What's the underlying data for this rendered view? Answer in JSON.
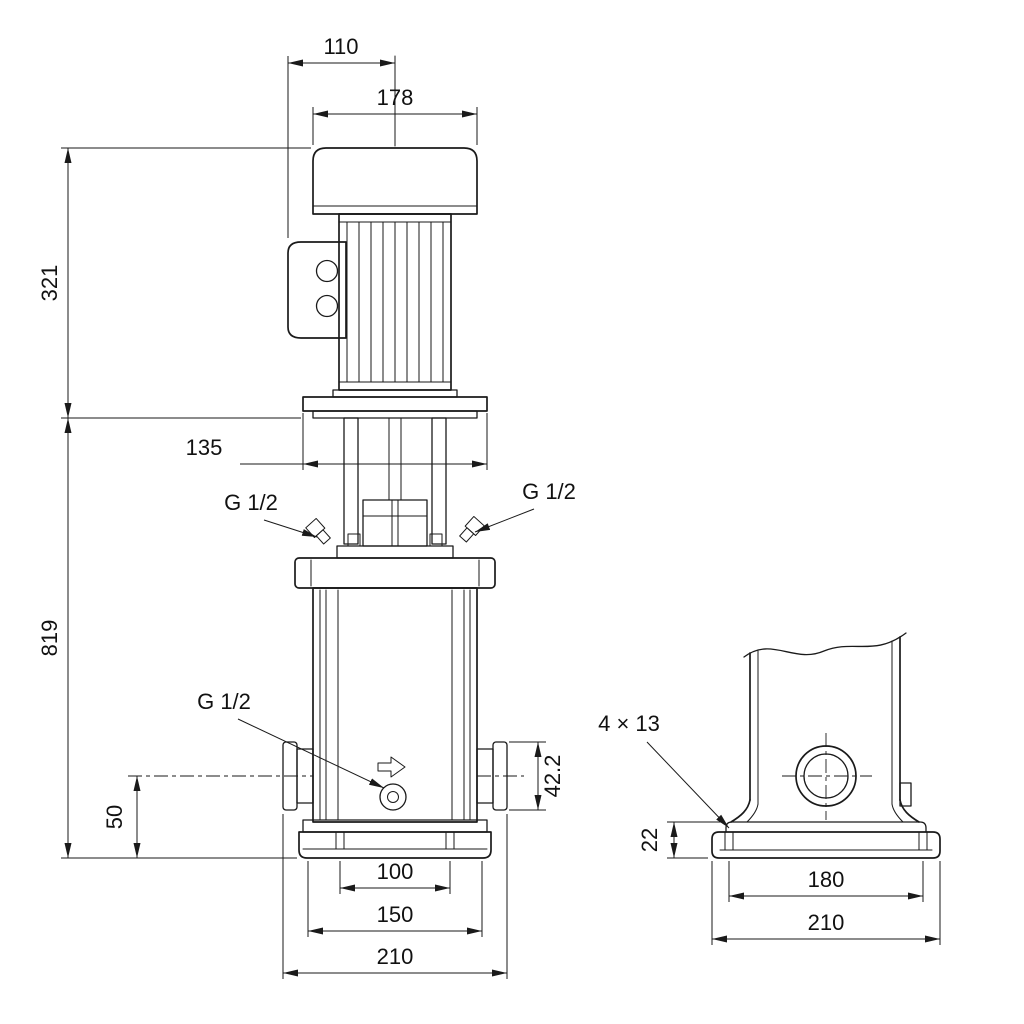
{
  "page": {
    "background": "#ffffff",
    "line_color": "#1a1a1a"
  },
  "front_view": {
    "dims": {
      "motor_top_width": "110",
      "motor_width": "178",
      "motor_height": "321",
      "flange_width": "135",
      "pump_height": "819",
      "port_center_height": "50",
      "port_flange_height": "42.2",
      "base_hole_span": "100",
      "base_slot_span": "150",
      "overall_width": "210"
    },
    "labels": {
      "plug_top_left": "G 1/2",
      "plug_top_right": "G 1/2",
      "drain_plug": "G 1/2"
    }
  },
  "side_view": {
    "dims": {
      "base_height": "22",
      "bolt_span": "180",
      "base_length": "210"
    },
    "labels": {
      "bolt_holes": "4 × 13"
    }
  }
}
